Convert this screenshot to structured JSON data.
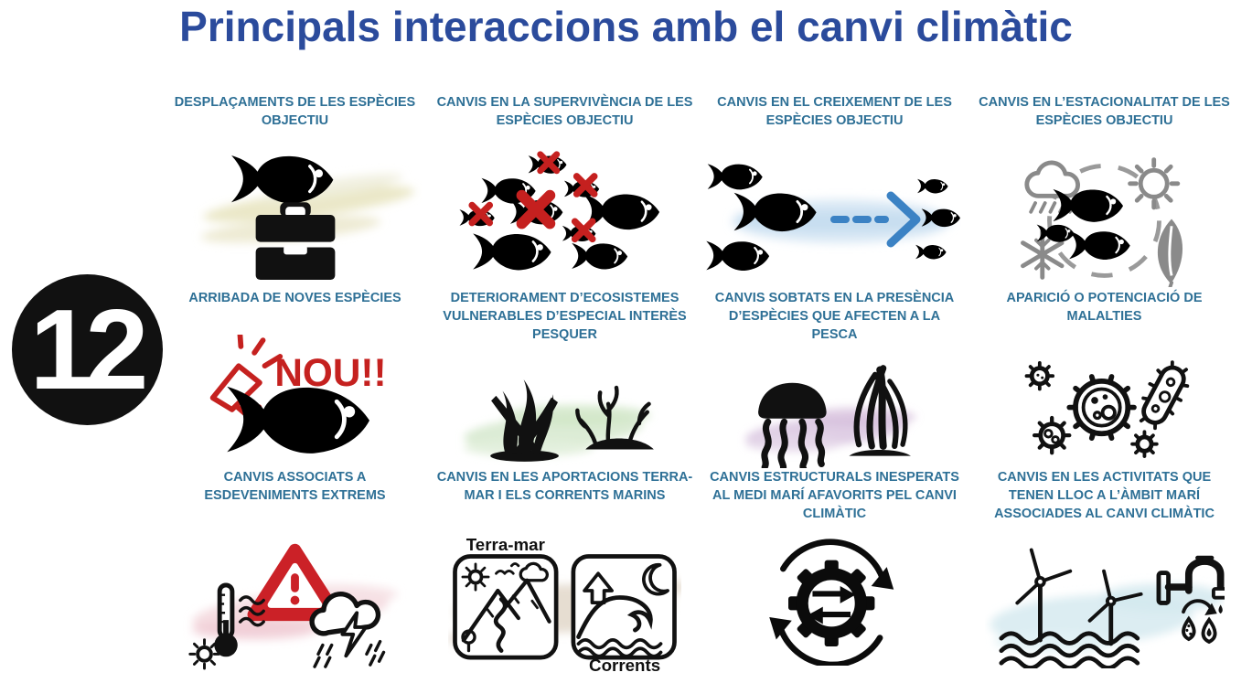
{
  "page": {
    "title": "Principals interaccions amb el canvi climàtic",
    "badge_number": "12"
  },
  "colors": {
    "title_blue": "#2b4b9c",
    "heading_teal": "#2e7096",
    "alert_red": "#c5211f",
    "arrow_blue": "#3b82c4",
    "icon_black": "#111111"
  },
  "cells": [
    {
      "id": 1,
      "label": "DESPLAÇAMENTS DE LES ESPÈCIES OBJECTIU",
      "icon": "fish-on-suitcase-icon"
    },
    {
      "id": 2,
      "label": "CANVIS EN LA SUPERVIVÈNCIA DE LES ESPÈCIES OBJECTIU",
      "icon": "fish-school-mortality-icon"
    },
    {
      "id": 3,
      "label": "CANVIS EN EL CREIXEMENT DE LES ESPÈCIES OBJECTIU",
      "icon": "fish-growth-arrow-icon"
    },
    {
      "id": 4,
      "label": "CANVIS EN L’ESTACIONALITAT DE LES ESPÈCIES OBJECTIU",
      "icon": "fish-seasonality-icon"
    },
    {
      "id": 5,
      "label": "ARRIBADA DE NOVES ESPÈCIES",
      "icon": "megaphone-new-fish-icon",
      "icon_text": "NOU!!"
    },
    {
      "id": 6,
      "label": "DETERIORAMENT D’ECOSISTEMES VULNERABLES D’ESPECIAL INTERÈS PESQUER",
      "icon": "seaweed-coral-icon"
    },
    {
      "id": 7,
      "label": "CANVIS SOBTATS EN LA PRESÈNCIA D’ESPÈCIES QUE AFECTEN A LA PESCA",
      "icon": "jellyfish-algae-icon"
    },
    {
      "id": 8,
      "label": "APARICIÓ O POTENCIACIÓ DE MALALTIES",
      "icon": "pathogens-icon"
    },
    {
      "id": 9,
      "label": "CANVIS ASSOCIATS A ESDEVENIMENTS EXTREMS",
      "icon": "warning-thermometer-storm-icon"
    },
    {
      "id": 10,
      "label": "CANVIS EN LES APORTACIONS TERRA-MAR I ELS CORRENTS MARINS",
      "icon": "terra-mar-currents-icon",
      "icon_text_top": "Terra-mar",
      "icon_text_bottom": "Corrents"
    },
    {
      "id": 11,
      "label": "CANVIS ESTRUCTURALS INESPERATS AL MEDI MARÍ AFAVORITS PEL CANVI CLIMÀTIC",
      "icon": "gear-exchange-cycle-icon"
    },
    {
      "id": 12,
      "label": "CANVIS EN LES ACTIVITATS QUE TENEN LLOC A L’ÀMBIT MARÍ ASSOCIADES AL CANVI CLIMÀTIC",
      "icon": "wind-turbines-faucet-icon"
    }
  ]
}
